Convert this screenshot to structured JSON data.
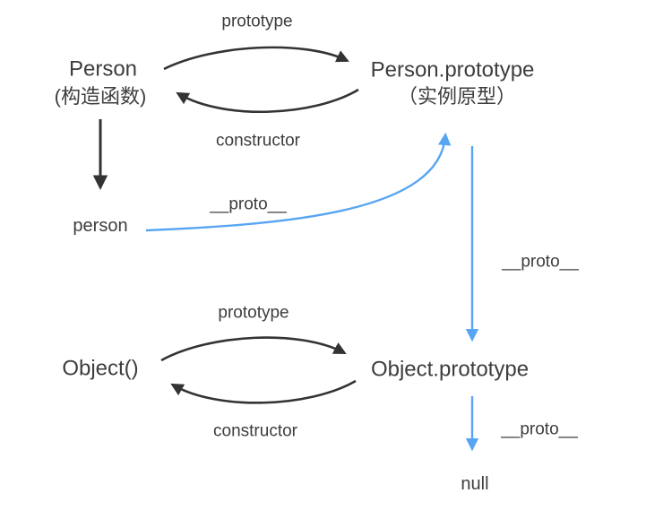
{
  "nodes": {
    "person_constructor": {
      "title": "Person",
      "subtitle": "(构造函数)"
    },
    "person_prototype": {
      "title": "Person.prototype",
      "subtitle": "（实例原型）"
    },
    "person_instance": {
      "label": "person"
    },
    "object_constructor": {
      "label": "Object()"
    },
    "object_prototype": {
      "label": "Object.prototype"
    },
    "null_node": {
      "label": "null"
    }
  },
  "edge_labels": {
    "prototype_top": "prototype",
    "constructor_top": "constructor",
    "proto_person": "__proto__",
    "proto_chain_1": "__proto__",
    "prototype_bottom": "prototype",
    "constructor_bottom": "constructor",
    "proto_chain_2": "__proto__"
  },
  "colors": {
    "background": "#ffffff",
    "text": "#3d3d3d",
    "black_arrow": "#333333",
    "blue_arrow": "#58a5f3"
  }
}
